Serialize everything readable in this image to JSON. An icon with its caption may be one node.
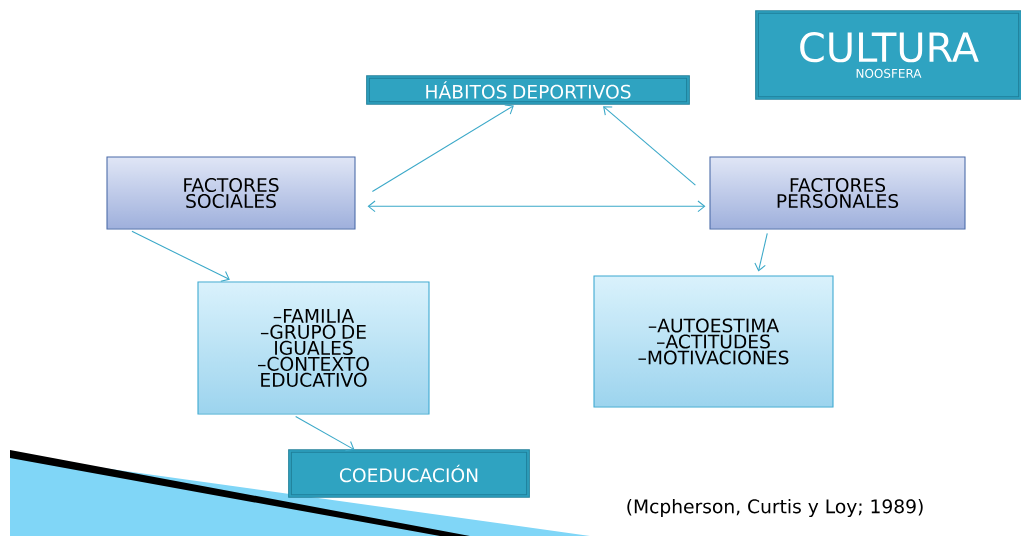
{
  "diagram": {
    "nodes": [
      {
        "text": [
          "CULTURA",
          "NOOSFERA"
        ]
      },
      {
        "text": [
          "HÁBITOS DEPORTIVOS"
        ]
      },
      {
        "text": [
          "FACTORES SOCIALES"
        ]
      },
      {
        "text": [
          "FACTORES PERSONALES"
        ]
      },
      {
        "text": [
          "–FAMILIA",
          "–GRUPO DE IGUALES",
          "–CONTEXTO EDUCATIVO"
        ]
      },
      {
        "text": [
          "–AUTOESTIMA",
          "–ACTITUDES",
          "–MOTIVACIONES"
        ]
      },
      {
        "text": [
          "COEDUCACIÓN"
        ]
      }
    ],
    "edges": [
      {
        "from": 2,
        "to": 1,
        "arrow": "to"
      },
      {
        "from": 3,
        "to": 1,
        "arrow": "to"
      },
      {
        "from": 2,
        "to": 3,
        "arrow": "both"
      },
      {
        "from": 2,
        "to": 4,
        "arrow": "to"
      },
      {
        "from": 3,
        "to": 5,
        "arrow": "to"
      },
      {
        "from": 4,
        "to": 6,
        "arrow": "to"
      }
    ],
    "labels": [
      "(Mcpherson, Curtis y Loy; 1989)"
    ]
  }
}
